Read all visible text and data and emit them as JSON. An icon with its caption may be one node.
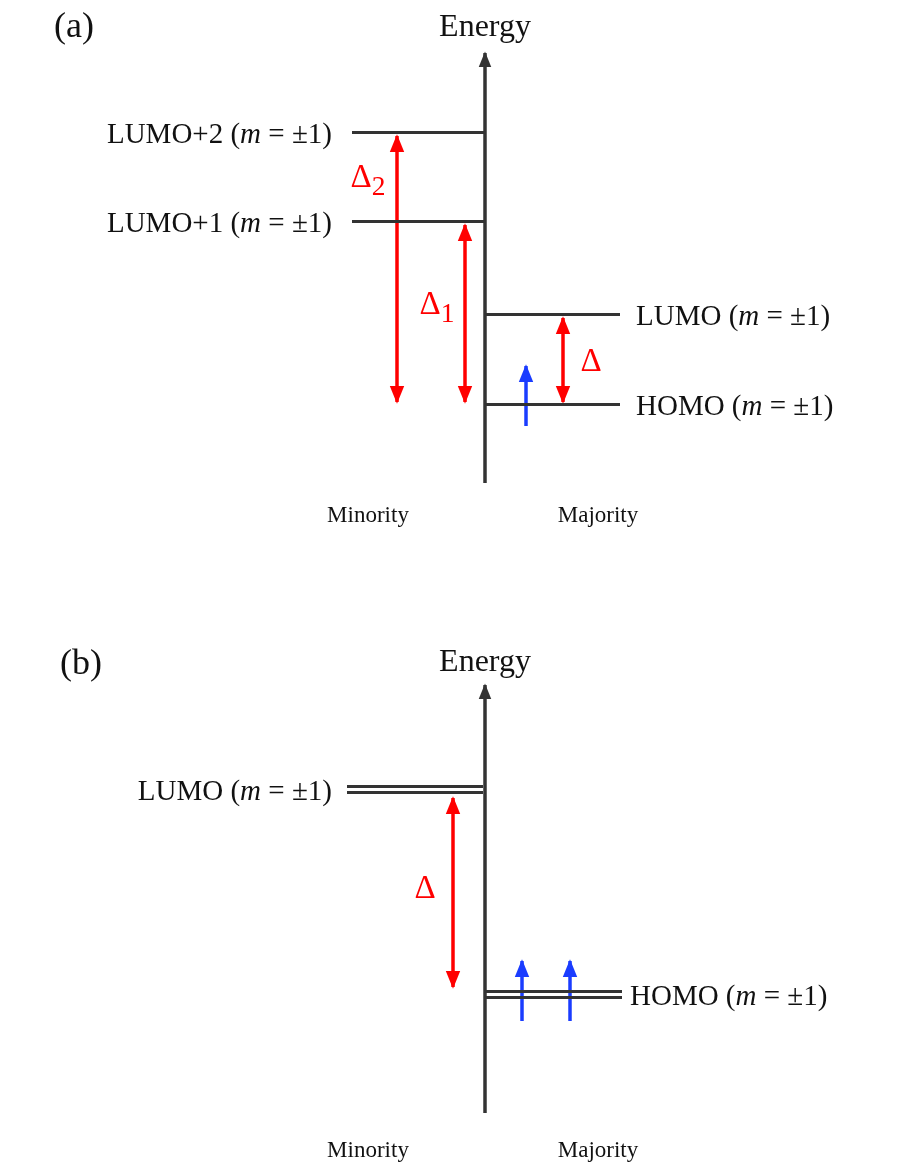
{
  "diagram": {
    "nodes": [
      {
        "text": [
          "LUMO+2 (*m* = ±1)"
        ]
      },
      {
        "text": [
          "LUMO+1 (*m* = ±1)"
        ]
      },
      {
        "text": [
          "LUMO (*m* = ±1)"
        ]
      },
      {
        "text": [
          "HOMO (*m* = ±1)"
        ]
      },
      {
        "text": [
          "LUMO (*m* = ±1)"
        ]
      },
      {
        "text": [
          "HOMO (*m* = ±1)"
        ]
      }
    ],
    "edges": [
      {
        "from": 0,
        "to": 3,
        "arrow": "both",
        "label": "Δ$_{2}$"
      },
      {
        "from": 1,
        "to": 3,
        "arrow": "both",
        "label": "Δ$_{1}$"
      },
      {
        "from": 2,
        "to": 3,
        "arrow": "both",
        "label": "Δ"
      },
      {
        "from": 4,
        "to": 5,
        "arrow": "both",
        "label": "Δ"
      }
    ],
    "labels": [
      "(a)",
      "Energy",
      "Minority",
      "Majority",
      "(b)",
      "Energy",
      "Minority",
      "Majority"
    ]
  }
}
